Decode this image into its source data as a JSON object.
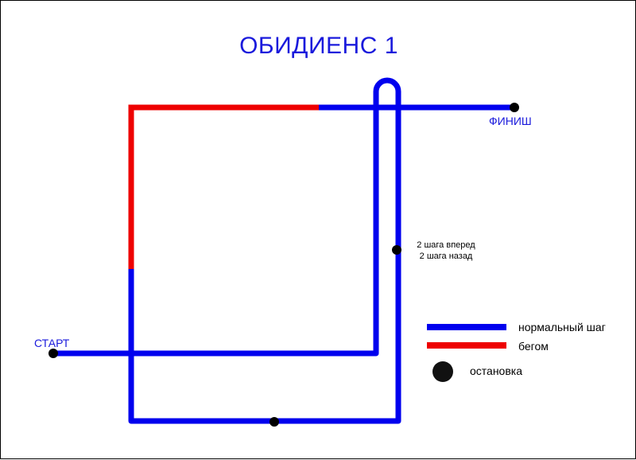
{
  "title": "ОБИДИЕНС 1",
  "labels": {
    "start": "СТАРТ",
    "finish": "ФИНИШ",
    "note_line1": "2 шага вперед",
    "note_line2": "2 шага назад"
  },
  "legend": {
    "normal": "нормальный шаг",
    "run": "бегом",
    "stop": "остановка"
  },
  "colors": {
    "normal": "#0000ee",
    "run": "#ee0000",
    "stop": "#000000",
    "title": "#1a1adc"
  }
}
